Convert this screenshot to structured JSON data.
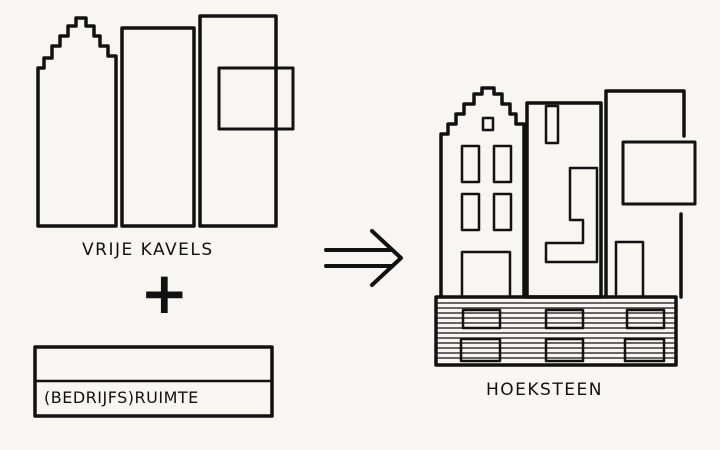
{
  "labels": {
    "free_plots": "VRIJE KAVELS",
    "plus": "+",
    "space": "(BEDRIJFS)RUIMTE",
    "result": "HOEKSTEEN"
  },
  "colors": {
    "ink": "#111111",
    "paper": "#f7f6f2"
  },
  "icons": {
    "arrow": "double-arrow-right"
  }
}
